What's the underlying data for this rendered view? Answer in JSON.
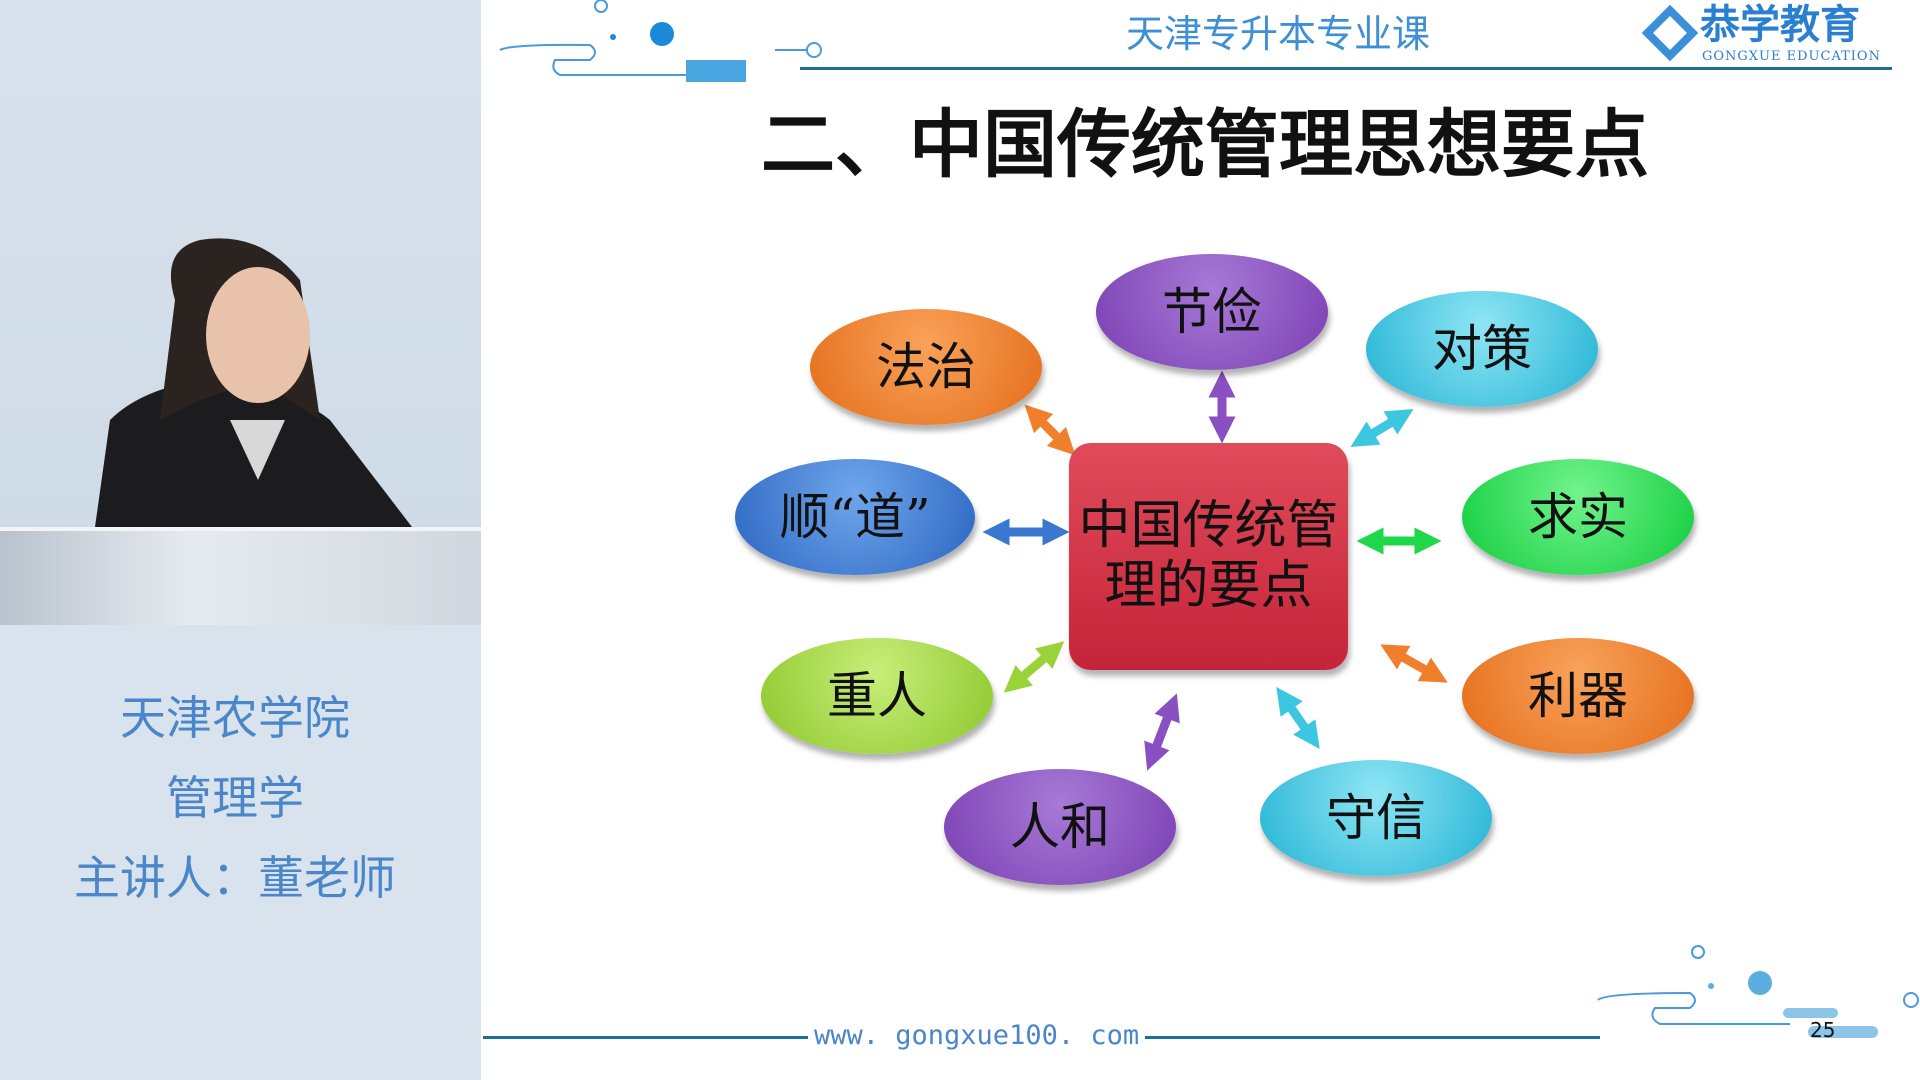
{
  "left_panel": {
    "school": "天津农学院",
    "course": "管理学",
    "lecturer": "主讲人：董老师"
  },
  "header": {
    "brand_text": "天津专升本专业课",
    "logo_cn": "恭学教育",
    "logo_en": "GONGXUE EDUCATION"
  },
  "title": "二、中国传统管理思想要点",
  "diagram": {
    "center": "中国传统管理的要点",
    "nodes": [
      {
        "label": "节俭",
        "color": "#8a4fc0"
      },
      {
        "label": "法治",
        "color": "#f07f2c"
      },
      {
        "label": "对策",
        "color": "#3cc6e0"
      },
      {
        "label": "顺“道”",
        "color": "#3a78d0"
      },
      {
        "label": "求实",
        "color": "#1ed84a"
      },
      {
        "label": "重人",
        "color": "#9ad23a"
      },
      {
        "label": "利器",
        "color": "#f07f2c"
      },
      {
        "label": "人和",
        "color": "#8a4fc0"
      },
      {
        "label": "守信",
        "color": "#3cc6e0"
      }
    ]
  },
  "footer": {
    "url": "www. gongxue100. com",
    "page_number": "25"
  }
}
